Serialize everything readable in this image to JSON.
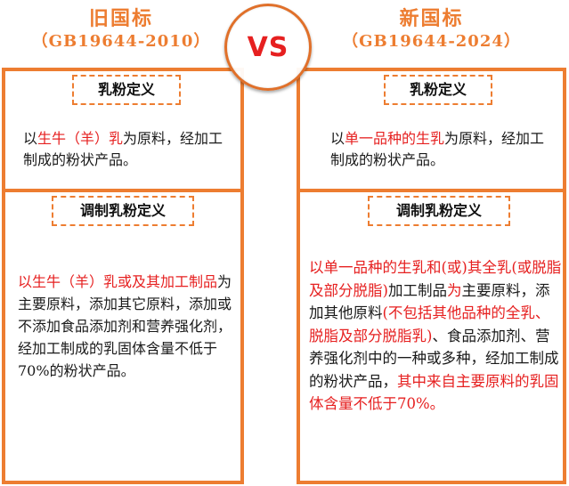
{
  "old": {
    "title": "旧国标",
    "code": "（GB19644-2010）",
    "def_label": "乳粉定义",
    "def_text": [
      {
        "t": "以",
        "red": false
      },
      {
        "t": "生牛（羊）乳",
        "red": true
      },
      {
        "t": "为原料，",
        "red": false
      },
      {
        "t": "经加工制成的粉状产品。",
        "red": false
      }
    ],
    "mod_label": "调制乳粉定义",
    "mod_text": [
      {
        "t": "以生牛（羊）乳或及其加工制品",
        "red": true
      },
      {
        "t": "为主要原料，添加其它原料，添加或不添加食品添加剂和营养强化剂，经加工制成的乳固体含量不低于70%的粉状产品。",
        "red": false
      }
    ]
  },
  "vs": "VS",
  "new": {
    "title": "新国标",
    "code": "（GB19644-2024）",
    "def_label": "乳粉定义",
    "def_text": [
      {
        "t": "以",
        "red": false
      },
      {
        "t": "单一品种的生乳",
        "red": true
      },
      {
        "t": "为原料，",
        "red": false
      },
      {
        "t": "经加工制成的粉状产品。",
        "red": false
      }
    ],
    "mod_label": "调制乳粉定义",
    "mod_text": [
      {
        "t": "以单一品种的生乳和(或)其全乳(或脱脂及部分脱脂)",
        "red": true
      },
      {
        "t": "加工制品",
        "red": false
      },
      {
        "t": "为",
        "red": true
      },
      {
        "t": "主要原料，添加其他原料",
        "red": false
      },
      {
        "t": "(不包括其他品种的全乳、脱脂及部分脱脂乳)",
        "red": true
      },
      {
        "t": "、食品添加剂、营养强化剂中的一种或多种，经加工制成的粉状产品，",
        "red": false
      },
      {
        "t": "其中来自主要原料的乳固体含量不低于70%。",
        "red": true
      }
    ]
  },
  "colors": {
    "accent": "#ED7D31",
    "highlight": "#E62020",
    "text": "#1a1a1a"
  }
}
